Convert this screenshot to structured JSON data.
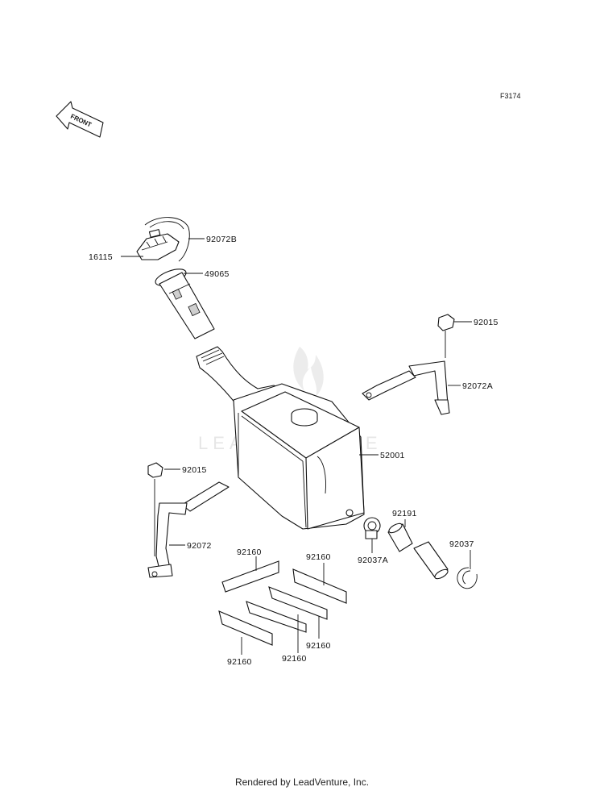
{
  "figure_code": "F3174",
  "front_arrow_text": "FRONT",
  "watermark_text": "LEADVENTURE",
  "parts": {
    "p16115": "16115",
    "p92072B": "92072B",
    "p49065": "49065",
    "p92015_right": "92015",
    "p92072A": "92072A",
    "p52001": "52001",
    "p92015_left": "92015",
    "p92072": "92072",
    "p92191": "92191",
    "p92037": "92037",
    "p92037A": "92037A",
    "p92160_a": "92160",
    "p92160_b": "92160",
    "p92160_c": "92160",
    "p92160_d": "92160",
    "p92160_e": "92160"
  },
  "footer_text": "Rendered by LeadVenture, Inc."
}
